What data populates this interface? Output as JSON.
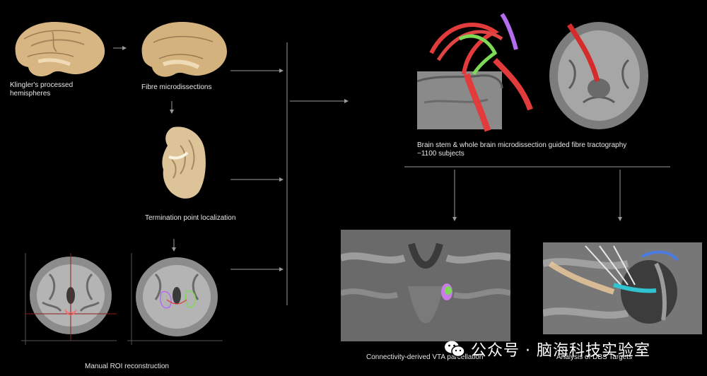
{
  "labels": {
    "klingler": "Klingler's processed hemispheres",
    "microdissections": "Fibre microdissections",
    "termination": "Termination point localization",
    "manual_roi": "Manual ROI reconstruction",
    "tractography_line1": "Brain stem & whole brain microdissection guided fibre tractography",
    "tractography_line2": "~1100 subjects",
    "vta": "Connectivity-derived VTA parcellation",
    "dbs": "Analysis of DBS Targets"
  },
  "watermark": {
    "text": "公众号 · 脑海科技实验室",
    "icon": "wechat-icon"
  },
  "colors": {
    "background": "#000000",
    "arrow": "#9a9a9a",
    "tract_red": "#e23b3b",
    "tract_green": "#7ed957",
    "tract_purple": "#b46cf0",
    "specimen": "#d9b98a"
  }
}
